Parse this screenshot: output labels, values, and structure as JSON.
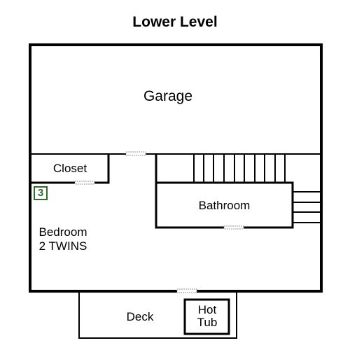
{
  "floor": {
    "title": "Lower Level"
  },
  "rooms": {
    "garage": "Garage",
    "closet": "Closet",
    "bathroom": "Bathroom",
    "bedroom_line1": "Bedroom",
    "bedroom_line2": "2 TWINS",
    "deck": "Deck",
    "hot_tub_line1": "Hot",
    "hot_tub_line2": "Tub"
  },
  "badge": {
    "room_number": "3",
    "color": "#2f6b2a"
  },
  "colors": {
    "walls": "#000000",
    "doors": "#aaaaaa",
    "background": "#ffffff"
  }
}
